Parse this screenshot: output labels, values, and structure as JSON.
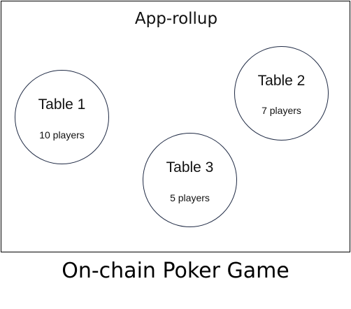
{
  "diagram": {
    "container_label": "App-rollup",
    "tables": [
      {
        "name": "Table 1",
        "players": "10 players"
      },
      {
        "name": "Table 2",
        "players": "7 players"
      },
      {
        "name": "Table 3",
        "players": "5 players"
      }
    ],
    "caption": "On-chain Poker Game"
  },
  "colors": {
    "frame_border": "#000000",
    "circle_border": "#1f2a44",
    "text": "#111111"
  }
}
